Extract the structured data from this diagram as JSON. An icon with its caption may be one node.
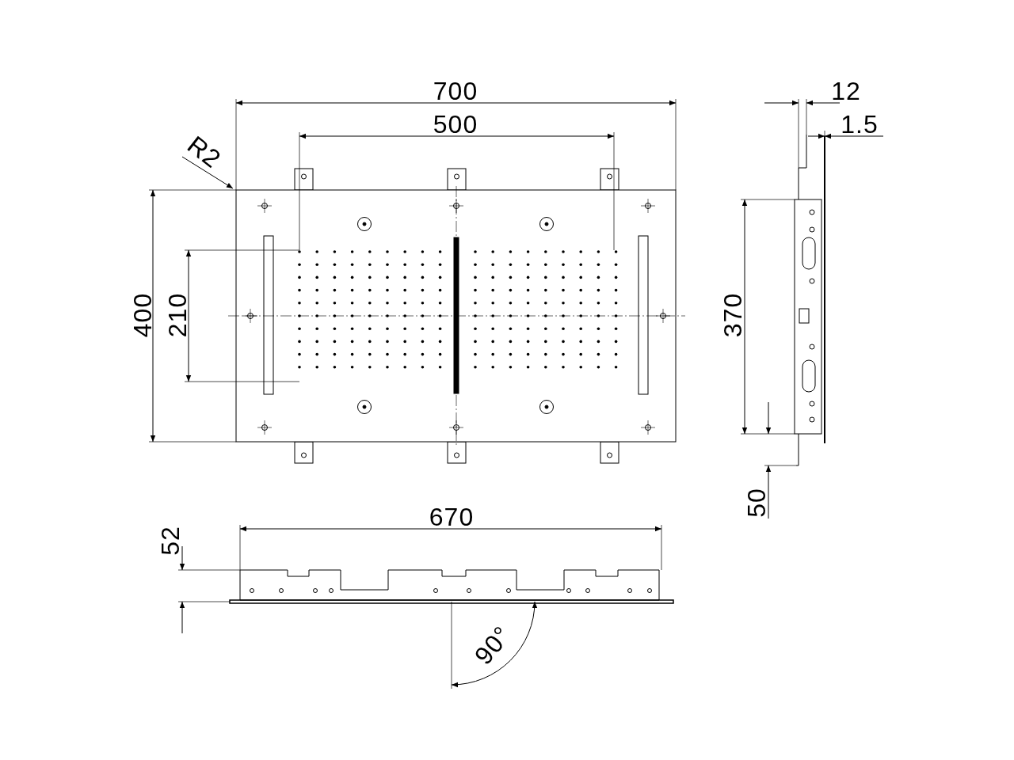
{
  "diagram": {
    "labels": [
      "700",
      "500",
      "R2",
      "12",
      "1.5",
      "400",
      "210",
      "370",
      "50",
      "670",
      "52",
      "90°"
    ]
  }
}
